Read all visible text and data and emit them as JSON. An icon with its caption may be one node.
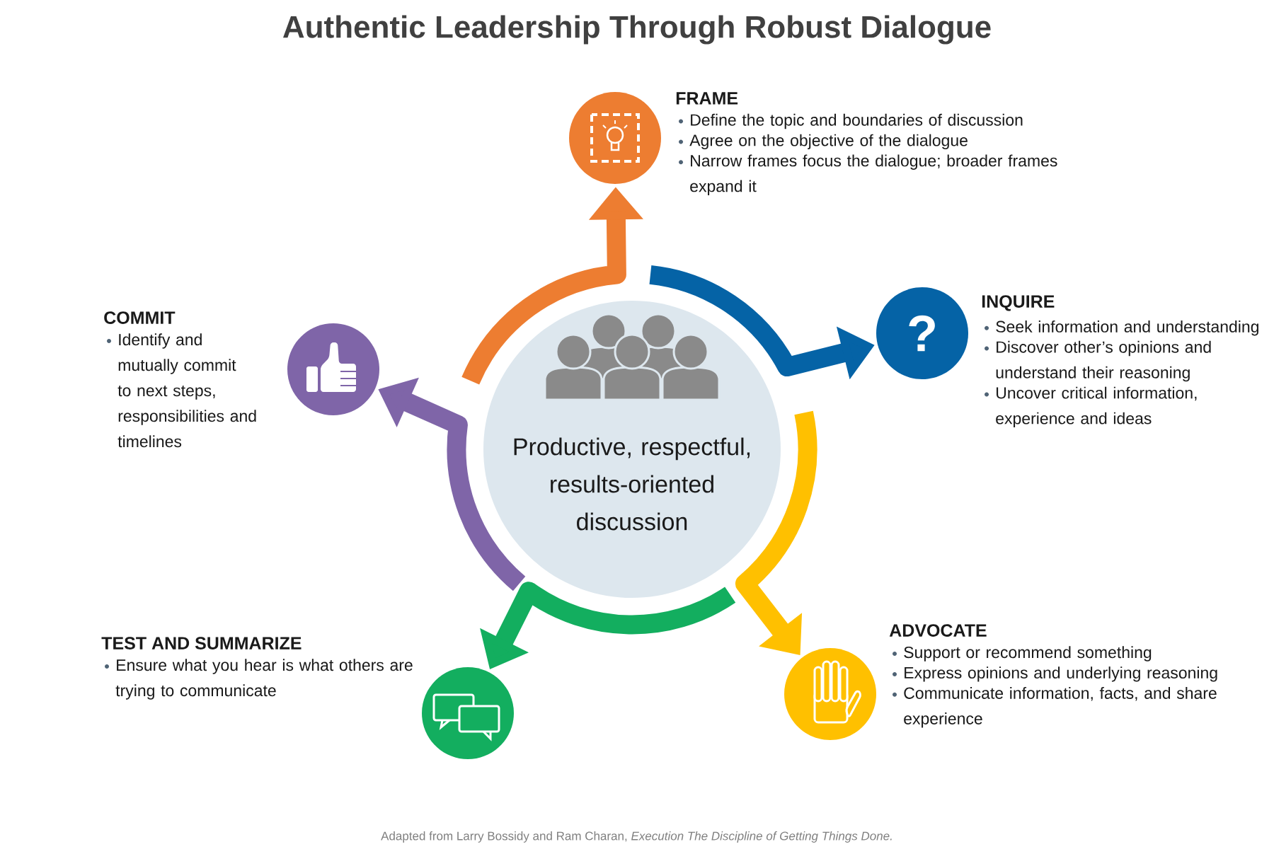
{
  "diagram": {
    "title": "Authentic Leadership Through Robust Dialogue",
    "caption": "Adapted from Larry Bossidy and Ram Charan, *Execution The Discipline of Getting Things Done.*",
    "nodes": [
      {
        "text": [
          "Productive, respectful, results-oriented discussion"
        ]
      },
      {
        "text": [
          "FRAME",
          "Define the topic and boundaries of discussion",
          "Agree on the objective of the dialogue",
          "Narrow frames focus the dialogue; broader frames expand it"
        ]
      },
      {
        "text": [
          "INQUIRE",
          "Seek information and understanding",
          "Discover other’s opinions and understand their reasoning",
          "Uncover critical information, experience and ideas"
        ]
      },
      {
        "text": [
          "ADVOCATE",
          "Support or recommend something",
          "Express opinions and underlying reasoning",
          "Communicate information, facts, and share experience"
        ]
      },
      {
        "text": [
          "TEST AND SUMMARIZE",
          "Ensure what you hear is what others are trying to communicate"
        ]
      },
      {
        "text": [
          "COMMIT",
          "Identify and mutually commit to next steps, responsibilities and timelines"
        ]
      }
    ],
    "edges": [
      {
        "from": 0,
        "to": 1,
        "arrow": "to",
        "color": "#ed7d31"
      },
      {
        "from": 0,
        "to": 2,
        "arrow": "to",
        "color": "#0563a6"
      },
      {
        "from": 0,
        "to": 3,
        "arrow": "to",
        "color": "#ffc000"
      },
      {
        "from": 0,
        "to": 4,
        "arrow": "to",
        "color": "#13ae5f"
      },
      {
        "from": 0,
        "to": 5,
        "arrow": "to",
        "color": "#7f65a8"
      }
    ],
    "labels": [
      "?"
    ]
  }
}
